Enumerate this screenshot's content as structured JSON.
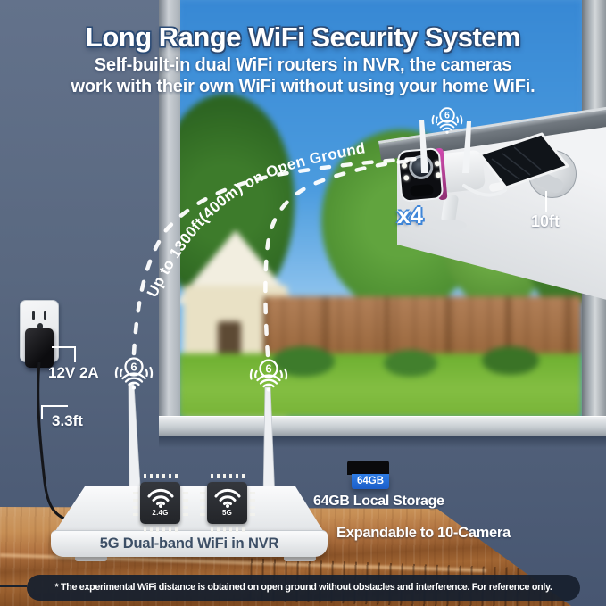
{
  "header": {
    "title": "Long Range WiFi Security System",
    "subtitle1": "Self-built-in dual WiFi routers in NVR,  the cameras",
    "subtitle2": "work with their own WiFi without using your home WiFi."
  },
  "annotations": {
    "range_label": "Up to 1300ft(400m) on Open Ground",
    "camera_count": "x4",
    "solar_cable_length": "10ft",
    "power_spec": "12V 2A",
    "power_cable_length": "3.3ft"
  },
  "badges": {
    "wifi6": "6"
  },
  "nvr": {
    "chips": [
      {
        "label": "2.4G"
      },
      {
        "label": "5G"
      }
    ],
    "front_label": "5G Dual-band WiFi in NVR"
  },
  "storage": {
    "card_label": "64GB",
    "caption": "64GB Local Storage",
    "expand_note": "Expandable to 10-Camera"
  },
  "footer": {
    "disclaimer": "* The experimental WiFi distance is obtained on open ground without obstacles and interference. For reference only."
  },
  "colors": {
    "accent_blue": "#3f86d8",
    "wall": "#57677f",
    "sky": "#4a94d8",
    "sd_card_blue": "#2470dd",
    "camera_accent_magenta": "#bb3f9c",
    "disclaimer_bg": "#18212e",
    "nvr_text": "#3d4f66"
  }
}
